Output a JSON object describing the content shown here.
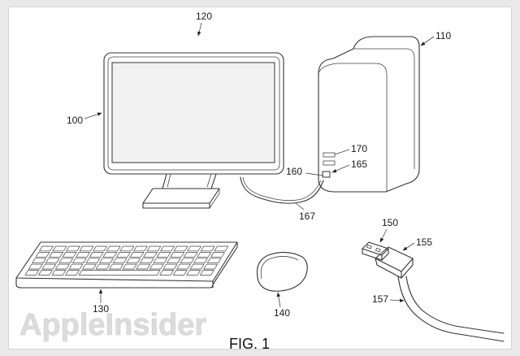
{
  "figure": {
    "caption": "FIG. 1",
    "watermark": "AppleInsider",
    "reference_numerals": {
      "display": "100",
      "computer": "110",
      "system": "120",
      "keyboard": "130",
      "mouse": "140",
      "connector": "150",
      "cable_end": "155",
      "cable": "157",
      "display_port": "160",
      "computer_port": "165",
      "display_cable": "167",
      "indicator": "170"
    }
  },
  "colors": {
    "line": "#333333",
    "paper": "#ffffff",
    "border": "#e9e9e9",
    "watermark": "#dcdcdc"
  }
}
